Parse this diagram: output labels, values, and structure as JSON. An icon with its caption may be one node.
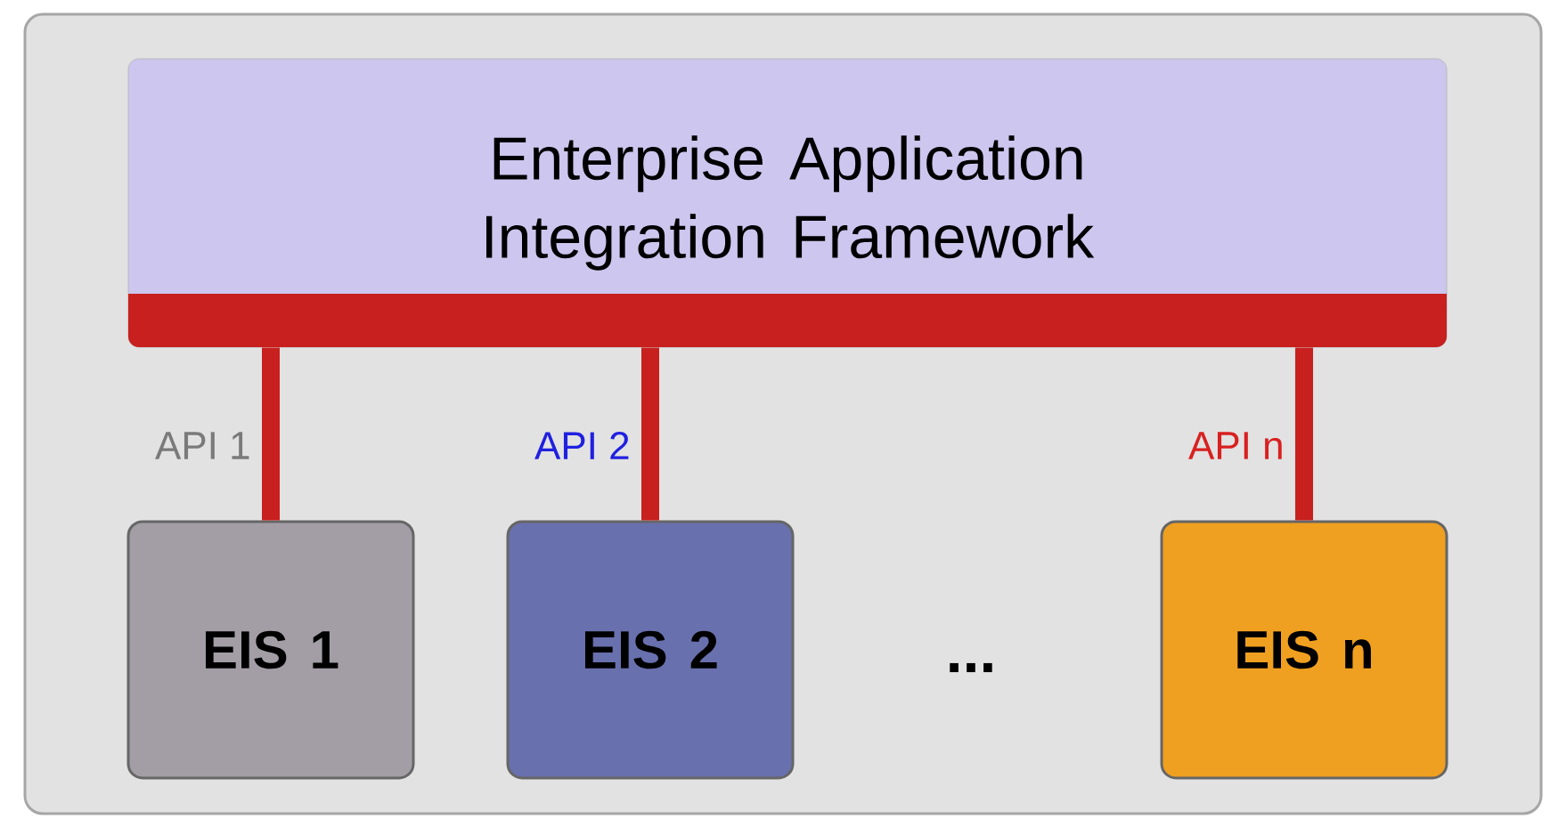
{
  "diagram": {
    "nodes": [
      {
        "text": [
          "Enterprise Application Integration Framework"
        ]
      },
      {
        "text": [
          "EIS 1"
        ]
      },
      {
        "text": [
          "EIS 2"
        ]
      },
      {
        "text": [
          "EIS n"
        ]
      }
    ],
    "edges": [
      {
        "from": 0,
        "to": 1,
        "arrow": "none",
        "label": "API 1"
      },
      {
        "from": 0,
        "to": 2,
        "arrow": "none",
        "label": "API 2"
      },
      {
        "from": 0,
        "to": 3,
        "arrow": "none",
        "label": "API n"
      }
    ],
    "labels": [
      "..."
    ]
  }
}
